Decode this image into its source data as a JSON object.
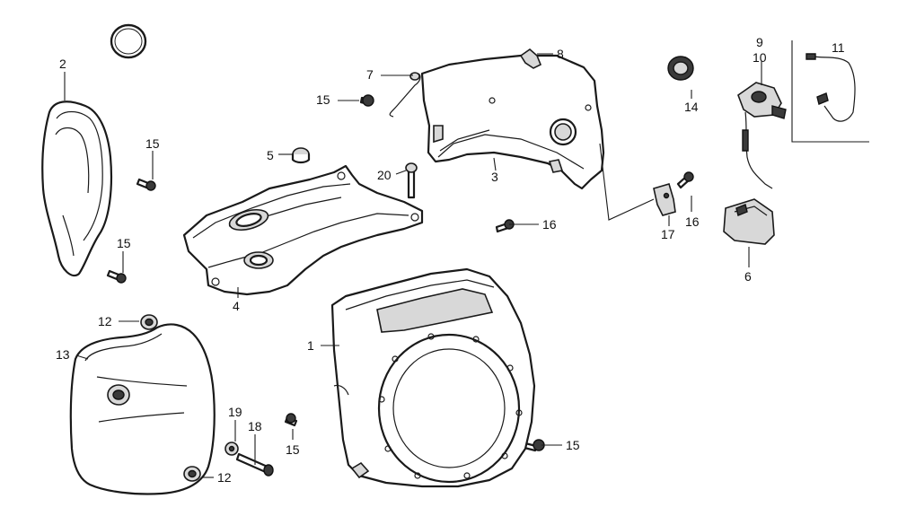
{
  "callouts": {
    "c1": "1",
    "c2": "2",
    "c3": "3",
    "c4": "4",
    "c5": "5",
    "c6": "6",
    "c7": "7",
    "c8": "8",
    "c9": "9",
    "c10": "10",
    "c11": "11",
    "c12a": "12",
    "c12b": "12",
    "c13": "13",
    "c14": "14",
    "c15a": "15",
    "c15b": "15",
    "c15c": "15",
    "c15d": "15",
    "c15e": "15",
    "c16a": "16",
    "c16b": "16",
    "c17": "17",
    "c18": "18",
    "c19": "19",
    "c20": "20"
  }
}
